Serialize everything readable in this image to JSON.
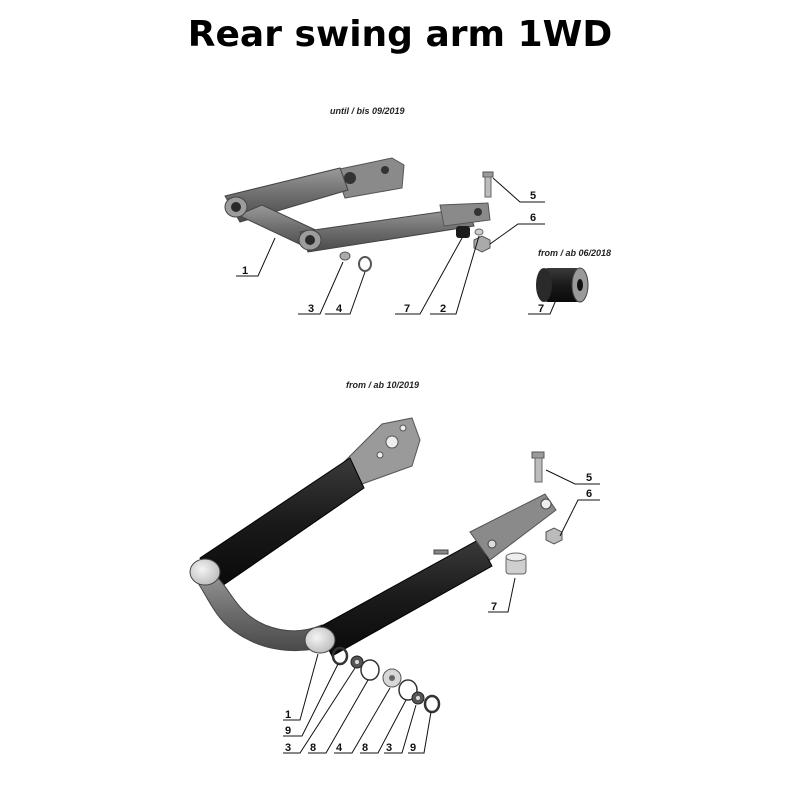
{
  "title": "Rear swing arm 1WD",
  "diagram_top": {
    "caption": "until / bis 09/2019",
    "inset_caption": "from / ab 06/2018",
    "callouts": [
      "1",
      "3",
      "4",
      "7",
      "2",
      "5",
      "6",
      "7"
    ]
  },
  "diagram_bottom": {
    "caption": "from / ab 10/2019",
    "callouts": [
      "5",
      "6",
      "7",
      "1",
      "9",
      "3",
      "8",
      "4",
      "8",
      "3",
      "9"
    ]
  }
}
